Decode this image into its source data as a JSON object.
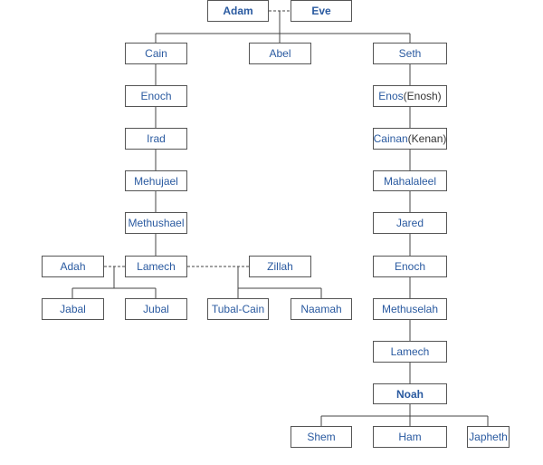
{
  "nodes": {
    "adam": {
      "name": "Adam"
    },
    "eve": {
      "name": "Eve"
    },
    "cain": {
      "name": "Cain"
    },
    "abel": {
      "name": "Abel"
    },
    "seth": {
      "name": "Seth"
    },
    "enoch_c": {
      "name": "Enoch"
    },
    "irad": {
      "name": "Irad"
    },
    "mehujael": {
      "name": "Mehujael"
    },
    "methushael": {
      "name": "Methushael"
    },
    "lamech_c": {
      "name": "Lamech"
    },
    "adah": {
      "name": "Adah"
    },
    "zillah": {
      "name": "Zillah"
    },
    "jabal": {
      "name": "Jabal"
    },
    "jubal": {
      "name": "Jubal"
    },
    "tubalcain": {
      "name": "Tubal-Cain"
    },
    "naamah": {
      "name": "Naamah"
    },
    "enos": {
      "name": "Enos",
      "alt": "(Enosh)"
    },
    "cainan": {
      "name": "Cainan",
      "alt": "(Kenan)"
    },
    "mahalaleel": {
      "name": "Mahalaleel"
    },
    "jared": {
      "name": "Jared"
    },
    "enoch_s": {
      "name": "Enoch"
    },
    "methuselah": {
      "name": "Methuselah"
    },
    "lamech_s": {
      "name": "Lamech"
    },
    "noah": {
      "name": "Noah"
    },
    "shem": {
      "name": "Shem"
    },
    "ham": {
      "name": "Ham"
    },
    "japheth": {
      "name": "Japheth"
    }
  }
}
